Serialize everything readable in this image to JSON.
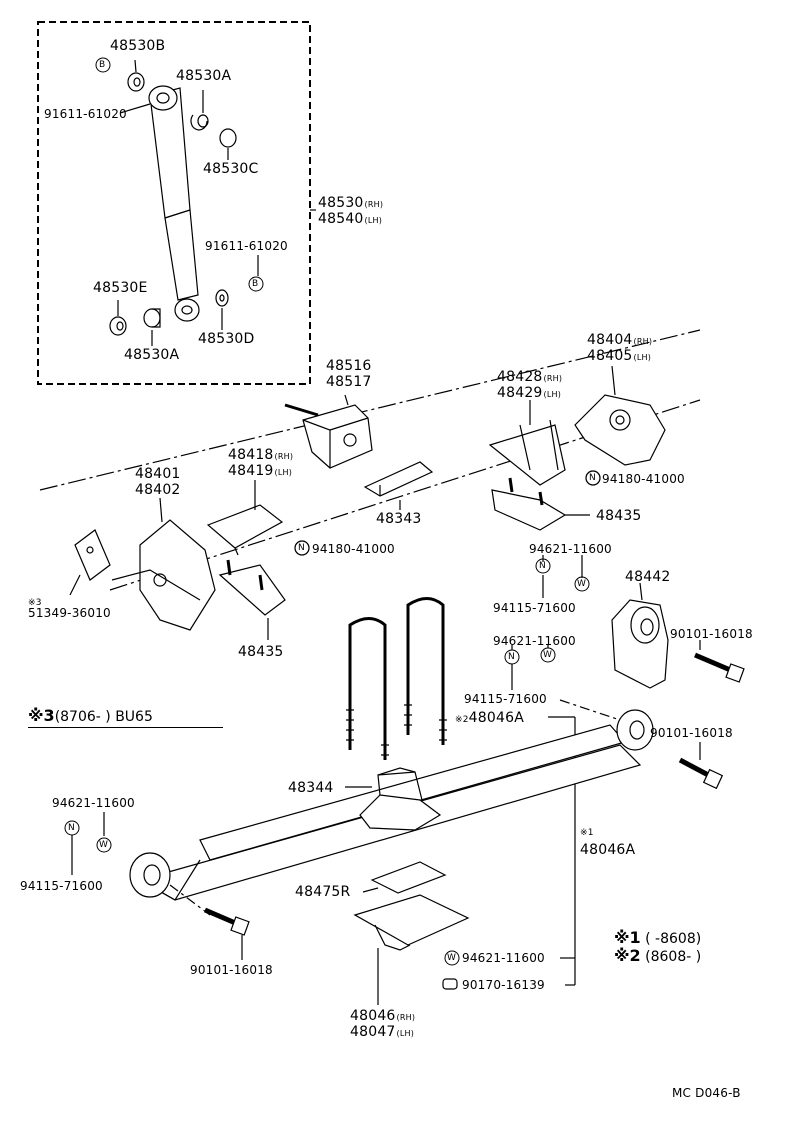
{
  "parts": {
    "p48530b": "48530B",
    "p48530a_top": "48530A",
    "p91611_top": "91611-61020",
    "p48530c": "48530C",
    "p48530_rh": "48530",
    "p48540_lh": "48540",
    "p91611_mid": "91611-61020",
    "p48530e": "48530E",
    "p48530d": "48530D",
    "p48530a_bot": "48530A",
    "p48516": "48516",
    "p48517": "48517",
    "p48428_rh": "48428",
    "p48429_lh": "48429",
    "p48404_rh": "48404",
    "p48405_lh": "48405",
    "p94180_right": "94180-41000",
    "p48418_rh": "48418",
    "p48419_lh": "48419",
    "p48401": "48401",
    "p48402": "48402",
    "p48343": "48343",
    "p94180_left": "94180-41000",
    "p48435_right": "48435",
    "p94621_a": "94621-11600",
    "p48442": "48442",
    "p51349": "51349-36010",
    "p48435_left": "48435",
    "p94115_a": "94115-71600",
    "p90101_a": "90101-16018",
    "p94621_b": "94621-11600",
    "p94115_b": "94115-71600",
    "p48046a_mid": "48046A",
    "p90101_b": "90101-16018",
    "p48344": "48344",
    "p94621_c": "94621-11600",
    "p48046a_right": "48046A",
    "p94115_c": "94115-71600",
    "p48475r": "48475R",
    "p90101_c": "90101-16018",
    "p94621_d": "94621-11600",
    "p90170": "90170-16139",
    "p48046_rh": "48046",
    "p48047_lh": "48047"
  },
  "suffix": {
    "rh": "(RH)",
    "lh": "(LH)"
  },
  "markers": {
    "b": "B",
    "n": "N",
    "w": "W",
    "ref_mark3": "※3",
    "ref_mark2": "※2",
    "ref_mark1": "※1"
  },
  "notes": {
    "n3_mark": "※3",
    "n3_text": "(8706-        ) BU65",
    "n1_mark": "※1",
    "n1_text": "(        -8608)",
    "n2_mark": "※2",
    "n2_text": "(8608-        )"
  },
  "footer_code": "MC D046-B"
}
